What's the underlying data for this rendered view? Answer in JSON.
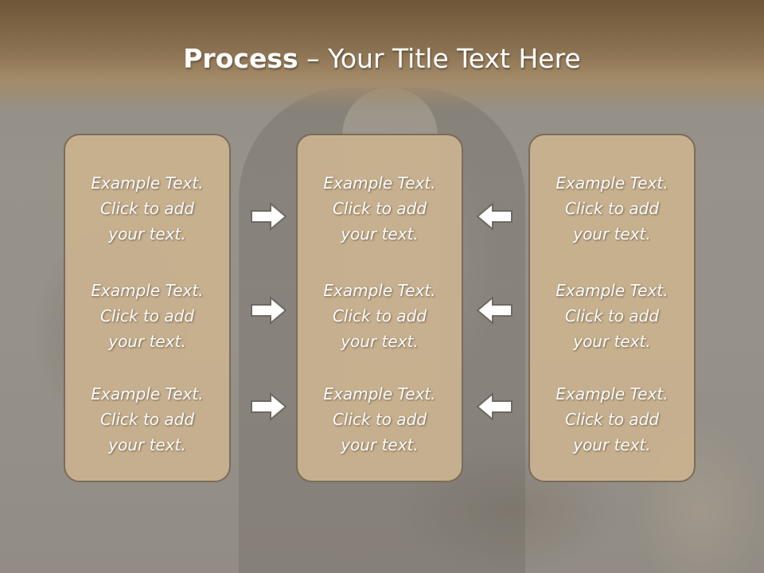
{
  "title": {
    "bold": "Process",
    "rest": " – Your Title Text Here"
  },
  "columns": [
    {
      "items": [
        {
          "line1": "Example Text.",
          "line2": "Click  to add",
          "line3": "your text."
        },
        {
          "line1": "Example Text.",
          "line2": "Click  to add",
          "line3": "your text."
        },
        {
          "line1": "Example Text.",
          "line2": "Click  to add",
          "line3": "your text."
        }
      ]
    },
    {
      "items": [
        {
          "line1": "Example Text.",
          "line2": "Click  to add",
          "line3": "your text."
        },
        {
          "line1": "Example Text.",
          "line2": "Click  to add",
          "line3": "your text."
        },
        {
          "line1": "Example Text.",
          "line2": "Click  to add",
          "line3": "your text."
        }
      ]
    },
    {
      "items": [
        {
          "line1": "Example Text.",
          "line2": "Click  to add",
          "line3": "your text."
        },
        {
          "line1": "Example Text.",
          "line2": "Click  to add",
          "line3": "your text."
        },
        {
          "line1": "Example Text.",
          "line2": "Click  to add",
          "line3": "your text."
        }
      ]
    }
  ],
  "arrows": {
    "left_to_center": [
      "arrow-right-icon",
      "arrow-right-icon",
      "arrow-right-icon"
    ],
    "right_to_center": [
      "arrow-left-icon",
      "arrow-left-icon",
      "arrow-left-icon"
    ]
  },
  "colors": {
    "title_band": "#8a7151",
    "box_fill": "#c8b18f",
    "box_border": "#7a6c5a",
    "text": "#ffffff"
  }
}
